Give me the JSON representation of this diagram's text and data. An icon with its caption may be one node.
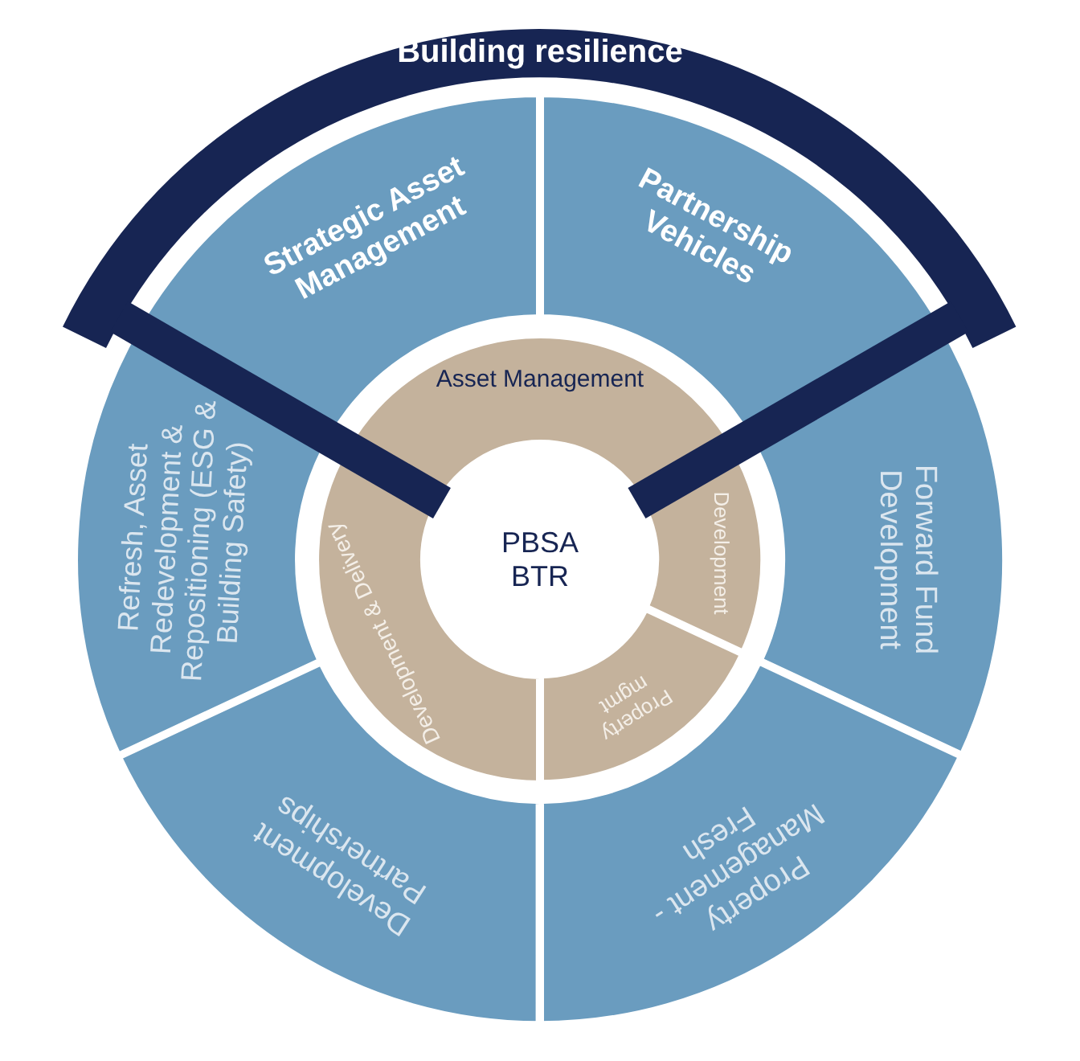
{
  "diagram": {
    "nodes": [
      {
        "text": [
          "Building resilience"
        ]
      },
      {
        "text": [
          "Strategic Asset Management"
        ]
      },
      {
        "text": [
          "Partnership Vehicles"
        ]
      },
      {
        "text": [
          "Forward Fund Development"
        ]
      },
      {
        "text": [
          "Property Management - Fresh"
        ]
      },
      {
        "text": [
          "Development Partnerships"
        ]
      },
      {
        "text": [
          "Refresh, Asset Redevelopment & Repositioning (ESG & Building Safety)"
        ]
      },
      {
        "text": [
          "Asset Management"
        ]
      },
      {
        "text": [
          "Development"
        ]
      },
      {
        "text": [
          "Property mgmt"
        ]
      },
      {
        "text": [
          "Development & Delivery"
        ]
      },
      {
        "text": [
          "PBSA BTR"
        ]
      }
    ]
  }
}
